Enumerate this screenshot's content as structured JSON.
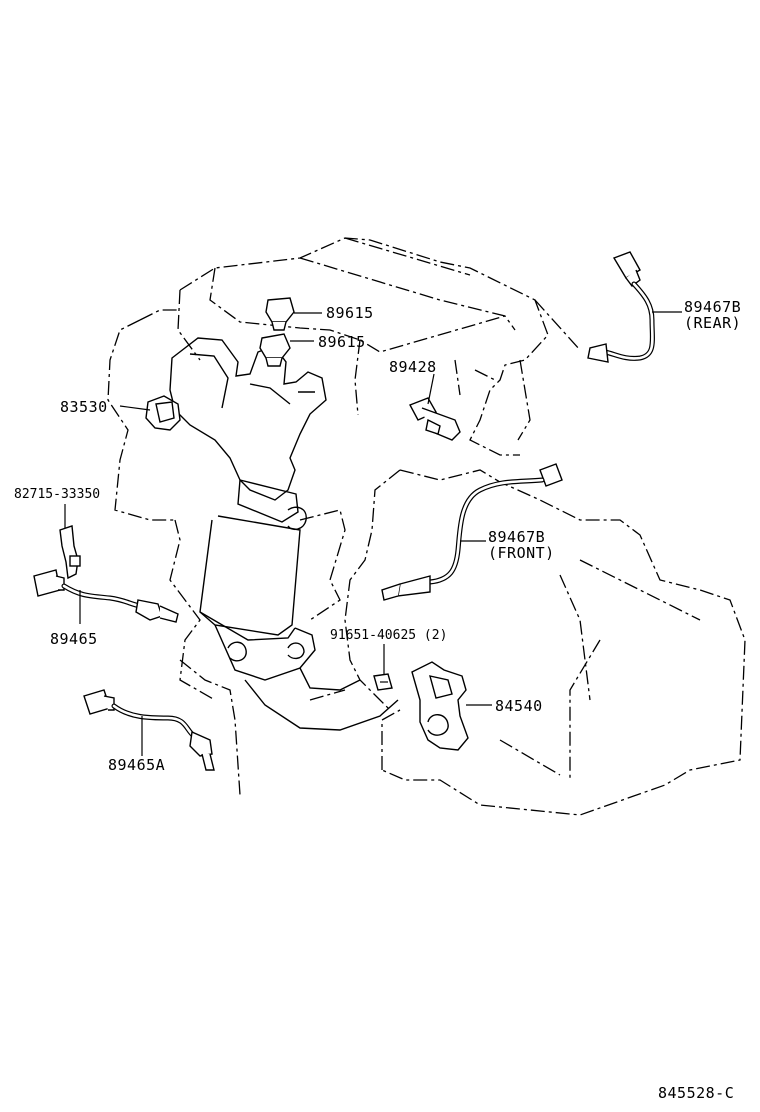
{
  "diagram_code": "845528-C",
  "parts": [
    {
      "id": "89615_a",
      "number": "89615"
    },
    {
      "id": "89615_b",
      "number": "89615"
    },
    {
      "id": "89428",
      "number": "89428"
    },
    {
      "id": "83530",
      "number": "83530"
    },
    {
      "id": "82715",
      "number": "82715-33350"
    },
    {
      "id": "89465",
      "number": "89465"
    },
    {
      "id": "89465A",
      "number": "89465A"
    },
    {
      "id": "89467B_rear",
      "number": "89467B",
      "note": "(REAR)"
    },
    {
      "id": "89467B_front",
      "number": "89467B",
      "note": "(FRONT)"
    },
    {
      "id": "91651",
      "number": "91651-40625 (2)"
    },
    {
      "id": "84540",
      "number": "84540"
    }
  ]
}
